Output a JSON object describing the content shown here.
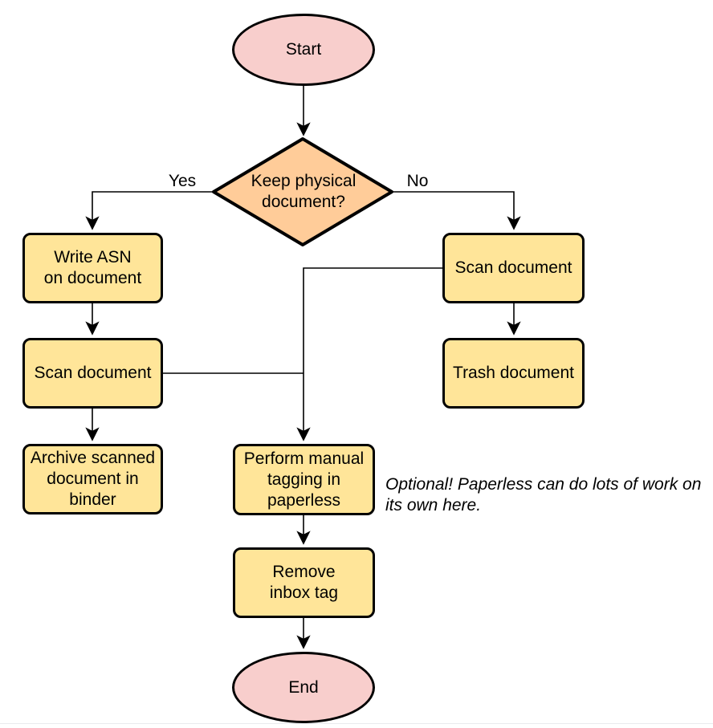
{
  "colors": {
    "terminal_fill": "#f8cecc",
    "process_fill": "#ffe599",
    "decision_fill": "#ffcc99",
    "stroke": "#000000"
  },
  "nodes": {
    "start": "Start",
    "decision": "Keep physical\ndocument?",
    "write_asn": "Write ASN\non document",
    "scan_left": "Scan document",
    "archive": "Archive scanned\ndocument in\nbinder",
    "scan_right": "Scan document",
    "trash": "Trash document",
    "tagging": "Perform manual\ntagging in\npaperless",
    "remove_inbox": "Remove\ninbox tag",
    "end": "End"
  },
  "edge_labels": {
    "yes": "Yes",
    "no": "No"
  },
  "annotation": "Optional! Paperless can do lots of work on\nits own here."
}
